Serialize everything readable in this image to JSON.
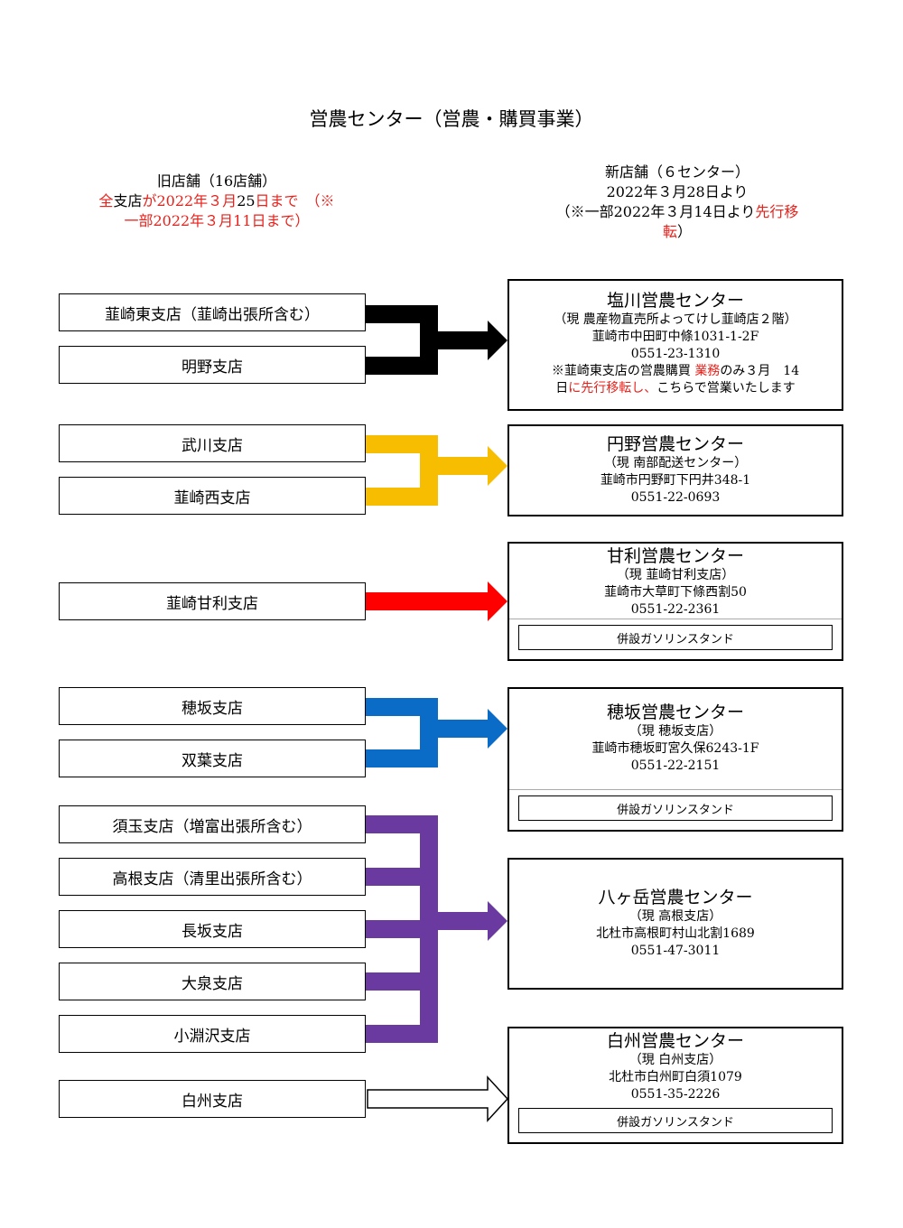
{
  "title": "営農センター（営農・購買事業）",
  "old_header": {
    "line1": "旧店舗（16店舗）",
    "line2_red1": "全",
    "line2_black1": "支店",
    "line2_red2": "が2022年３月",
    "line2_black2": "25",
    "line2_red3": "日まで　（※",
    "line3_red": "一部2022年３月11日まで）"
  },
  "new_header": {
    "line1": "新店舗（６センター）",
    "line2": "2022年３月28日より",
    "line3_black": "（※一部2022年３月14日より",
    "line3_red": "先行移",
    "line4_red": "転",
    "line4_black": "）"
  },
  "old_stores": [
    "韮崎東支店（韮崎出張所含む）",
    "明野支店",
    "武川支店",
    "韮崎西支店",
    "韮崎甘利支店",
    "穂坂支店",
    "双葉支店",
    "須玉支店（増富出張所含む）",
    "高根支店（清里出張所含む）",
    "長坂支店",
    "大泉支店",
    "小淵沢支店",
    "白州支店"
  ],
  "centers": [
    {
      "name": "塩川営農センター",
      "current": "（現 農産物直売所よってけし韮崎店２階）",
      "address": "韮崎市中田町中條1031-1-2F",
      "phone": "0551-23-1310",
      "note_a": "※韮崎東支店の営農購買",
      "note_b": "業務",
      "note_c": "のみ３月　14",
      "note_d": "日",
      "note_e": "に先行移転し、",
      "note_f": "こちらで営業いたします"
    },
    {
      "name": "円野営農センター",
      "current": "（現 南部配送センター）",
      "address": "韮崎市円野町下円井348-1",
      "phone": "0551-22-0693"
    },
    {
      "name": "甘利営農センター",
      "current": "（現 韮崎甘利支店）",
      "address": "韮崎市大草町下條西割50",
      "phone": "0551-22-2361",
      "gas": "併設ガソリンスタンド"
    },
    {
      "name": "穂坂営農センター",
      "current": "（現 穂坂支店）",
      "address": "韮崎市穂坂町宮久保6243-1F",
      "phone": "0551-22-2151",
      "gas": "併設ガソリンスタンド"
    },
    {
      "name": "八ヶ岳営農センター",
      "current": "（現 高根支店）",
      "address": "北杜市高根町村山北割1689",
      "phone": "0551-47-3011"
    },
    {
      "name": "白州営農センター",
      "current": "（現 白州支店）",
      "address": "北杜市白州町白須1079",
      "phone": "0551-35-2226",
      "gas": "併設ガソリンスタンド"
    }
  ],
  "colors": {
    "group1": "#000000",
    "group2": "#f7bd00",
    "group3": "#ff0000",
    "group4": "#0a6cc6",
    "group5": "#6a3aa0",
    "group6": "#ffffff",
    "red_text": "#e8211b"
  }
}
